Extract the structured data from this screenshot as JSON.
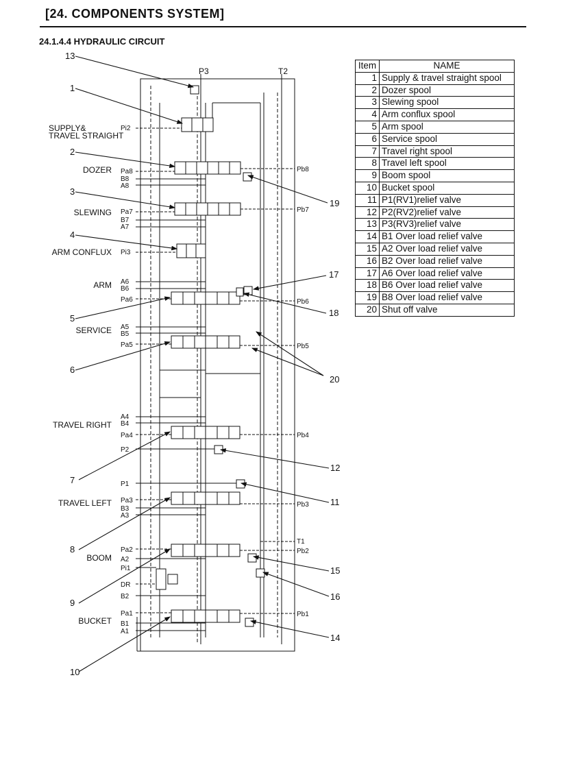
{
  "header": {
    "title": "[24.  COMPONENTS SYSTEM]"
  },
  "section": {
    "title": "24.1.4.4 HYDRAULIC CIRCUIT"
  },
  "ports": {
    "top": [
      "P3",
      "T2"
    ],
    "right": [
      "Pb8",
      "Pb7",
      "Pb6",
      "Pb5",
      "Pb4",
      "Pb3",
      "T1",
      "Pb2",
      "Pb1"
    ],
    "left": [
      "Pi2",
      "Pa8",
      "B8",
      "A8",
      "Pa7",
      "B7",
      "A7",
      "Pi3",
      "A6",
      "B6",
      "Pa6",
      "A5",
      "B5",
      "Pa5",
      "A4",
      "B4",
      "Pa4",
      "P2",
      "P1",
      "Pa3",
      "B3",
      "A3",
      "Pa2",
      "A2",
      "Pi1",
      "DR",
      "B2",
      "Pa1",
      "B1",
      "A1"
    ]
  },
  "section_labels": [
    "SUPPLY&",
    "TRAVEL STRAIGHT",
    "DOZER",
    "SLEWING",
    "ARM CONFLUX",
    "ARM",
    "SERVICE",
    "TRAVEL RIGHT",
    "TRAVEL LEFT",
    "BOOM",
    "BUCKET"
  ],
  "callouts": [
    "1",
    "2",
    "3",
    "4",
    "5",
    "6",
    "7",
    "8",
    "9",
    "10",
    "11",
    "12",
    "13",
    "14",
    "15",
    "16",
    "17",
    "18",
    "19",
    "20"
  ],
  "table": {
    "headers": [
      "Item",
      "NAME"
    ],
    "rows": [
      [
        "1",
        "Supply & travel straight spool"
      ],
      [
        "2",
        "Dozer spool"
      ],
      [
        "3",
        "Slewing spool"
      ],
      [
        "4",
        "Arm conflux spool"
      ],
      [
        "5",
        "Arm spool"
      ],
      [
        "6",
        "Service spool"
      ],
      [
        "7",
        "Travel right spool"
      ],
      [
        "8",
        "Travel left spool"
      ],
      [
        "9",
        "Boom spool"
      ],
      [
        "10",
        "Bucket spool"
      ],
      [
        "11",
        "P1(RV1)relief valve"
      ],
      [
        "12",
        "P2(RV2)relief valve"
      ],
      [
        "13",
        "P3(RV3)relief valve"
      ],
      [
        "14",
        "B1 Over load relief valve"
      ],
      [
        "15",
        "A2 Over load relief valve"
      ],
      [
        "16",
        "B2 Over load relief valve"
      ],
      [
        "17",
        "A6 Over load relief valve"
      ],
      [
        "18",
        "B6 Over load relief valve"
      ],
      [
        "19",
        "B8 Over load relief valve"
      ],
      [
        "20",
        "Shut off valve"
      ]
    ]
  }
}
